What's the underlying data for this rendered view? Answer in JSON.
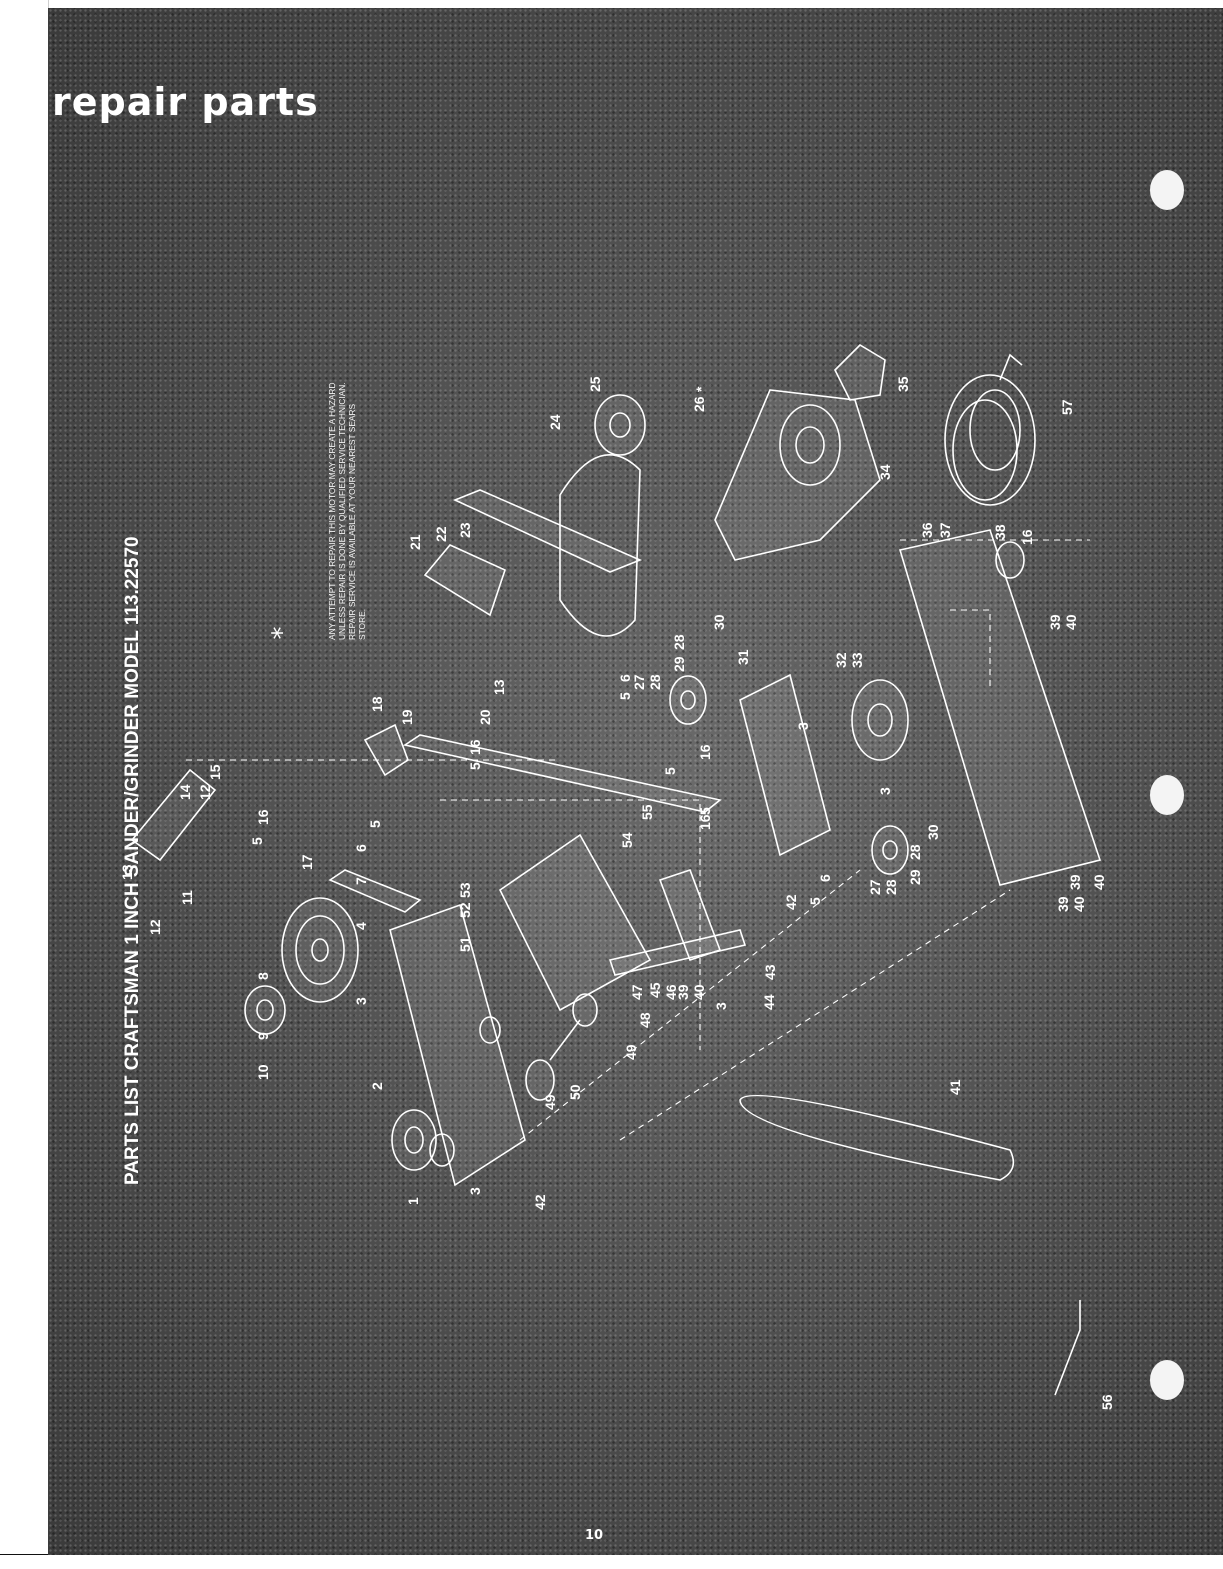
{
  "page": {
    "title": "repair parts",
    "header": "PARTS LIST CRAFTSMAN 1 INCH SANDER/GRINDER MODEL 113.22570",
    "page_number": "10",
    "warning": "ANY ATTEMPT TO REPAIR THIS MOTOR MAY CREATE A HAZARD UNLESS REPAIR IS DONE BY QUALIFIED SERVICE TECHNICIAN. REPAIR SERVICE IS AVAILABLE AT YOUR NEAREST SEARS STORE.",
    "warning_star": "*"
  },
  "callouts": {
    "c1": "1",
    "c2": "2",
    "c3a": "3",
    "c3b": "3",
    "c3c": "3",
    "c3d": "3",
    "c3e": "3",
    "c4": "4",
    "c5a": "5",
    "c5b": "5",
    "c5c": "5",
    "c5d": "5",
    "c5e": "5",
    "c5f": "5",
    "c5g": "5",
    "c6a": "6",
    "c6b": "6",
    "c6c": "6",
    "c7": "7",
    "c8": "8",
    "c9": "9",
    "c10": "10",
    "c11": "11",
    "c12a": "12",
    "c12b": "12",
    "c13a": "13",
    "c13b": "13",
    "c14": "14",
    "c15": "15",
    "c16a": "16",
    "c16b": "16",
    "c16c": "16",
    "c16d": "16",
    "c16e": "16",
    "c17": "17",
    "c18": "18",
    "c19": "19",
    "c20": "20",
    "c21": "21",
    "c22": "22",
    "c23": "23",
    "c24": "24",
    "c25": "25",
    "c26": "26",
    "c26star": "*",
    "c27a": "27",
    "c27b": "27",
    "c28a": "28",
    "c28b": "28",
    "c28c": "28",
    "c28d": "28",
    "c29a": "29",
    "c29b": "29",
    "c30a": "30",
    "c30b": "30",
    "c31": "31",
    "c32": "32",
    "c33": "33",
    "c34": "34",
    "c35": "35",
    "c36": "36",
    "c37": "37",
    "c38": "38",
    "c39a": "39",
    "c39b": "39",
    "c39c": "39",
    "c39d": "39",
    "c40a": "40",
    "c40b": "40",
    "c40c": "40",
    "c40d": "40",
    "c41": "41",
    "c42a": "42",
    "c42b": "42",
    "c43": "43",
    "c44": "44",
    "c45": "45",
    "c46": "46",
    "c47": "47",
    "c48": "48",
    "c49a": "49",
    "c49b": "49",
    "c50": "50",
    "c51": "51",
    "c52": "52",
    "c53": "53",
    "c54": "54",
    "c55": "55",
    "c56": "56",
    "c57": "57"
  }
}
